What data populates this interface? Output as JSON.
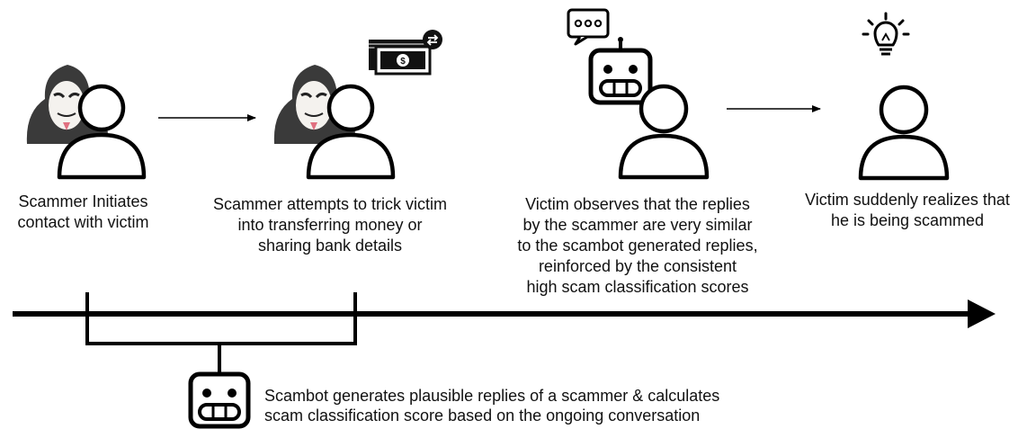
{
  "steps": [
    {
      "caption": [
        "Scammer Initiates",
        "contact with victim"
      ],
      "icon": "scammer-user-icon"
    },
    {
      "caption": [
        "Scammer attempts to trick victim",
        "into transferring money or",
        "sharing bank details"
      ],
      "icon": "scammer-money-icon"
    },
    {
      "caption": [
        "Victim observes that the replies",
        "by the scammer are very similar",
        "to the scambot generated replies,",
        "reinforced by the consistent",
        "high scam classification scores"
      ],
      "icon": "victim-bot-icon"
    },
    {
      "caption": [
        "Victim suddenly realizes that",
        "he is being scammed"
      ],
      "icon": "victim-lightbulb-icon"
    }
  ],
  "scambot": {
    "caption": [
      "Scambot generates plausible replies of a scammer & calculates",
      "scam classification score based on the ongoing conversation"
    ],
    "icon": "robot-icon"
  },
  "money_symbol": "$",
  "colors": {
    "ink": "#000000",
    "mask": "#f4f2ee",
    "hood": "#3a3a3a"
  }
}
